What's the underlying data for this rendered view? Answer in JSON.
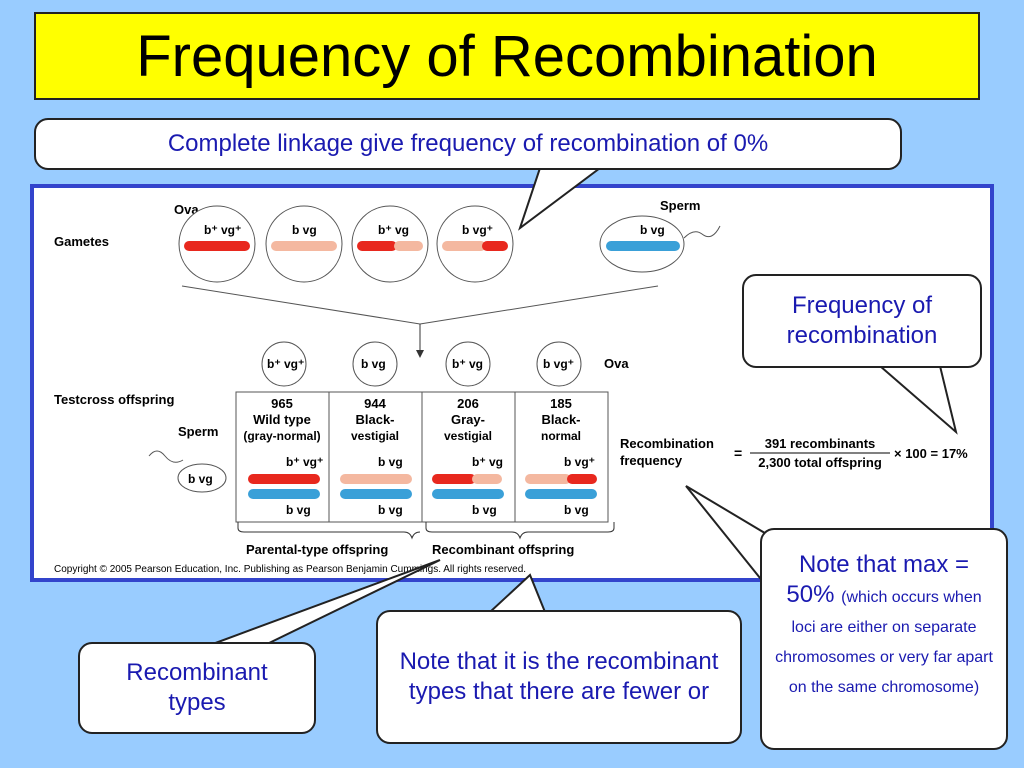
{
  "title": "Frequency of Recombination",
  "callouts": {
    "complete_linkage": "Complete linkage give frequency of recombination of 0%",
    "freq_recomb": "Frequency of recombination",
    "recombinant_types": "Recombinant types",
    "fewer": "Note that it is the recombinant types that there are fewer or",
    "max_main": "Note that max = 50%",
    "max_small": "(which occurs when loci are either on separate chromosomes or very far apart on the same chromosome)"
  },
  "figure": {
    "ova_label": "Ova",
    "sperm_label": "Sperm",
    "gametes_label": "Gametes",
    "testcross_label": "Testcross offspring",
    "sperm_side_label": "Sperm",
    "ova_right_label": "Ova",
    "ova_genotypes": [
      "b⁺ vg⁺",
      "b  vg",
      "b⁺ vg",
      "b  vg⁺"
    ],
    "sperm_genotype": "b vg",
    "offspring": [
      {
        "count": "965",
        "name1": "Wild type",
        "name2": "(gray-normal)",
        "top": "b⁺  vg⁺",
        "bottom": "b   vg"
      },
      {
        "count": "944",
        "name1": "Black-",
        "name2": "vestigial",
        "top": "b   vg",
        "bottom": "b   vg"
      },
      {
        "count": "206",
        "name1": "Gray-",
        "name2": "vestigial",
        "top": "b⁺  vg",
        "bottom": "b   vg"
      },
      {
        "count": "185",
        "name1": "Black-",
        "name2": "normal",
        "top": "b   vg⁺",
        "bottom": "b   vg"
      }
    ],
    "parental_label": "Parental-type offspring",
    "recombinant_label": "Recombinant offspring",
    "rf_label1": "Recombination",
    "rf_label2": "frequency",
    "rf_numerator": "391 recombinants",
    "rf_denominator": "2,300 total offspring",
    "rf_result": "× 100 = 17%",
    "equals": "=",
    "copyright": "Copyright © 2005 Pearson Education, Inc. Publishing as Pearson Benjamin Cummings. All rights reserved."
  },
  "colors": {
    "red": "#e8281e",
    "pink": "#f4b8a0",
    "blue": "#3aa0d8",
    "callout_text": "#1a1ab0"
  }
}
